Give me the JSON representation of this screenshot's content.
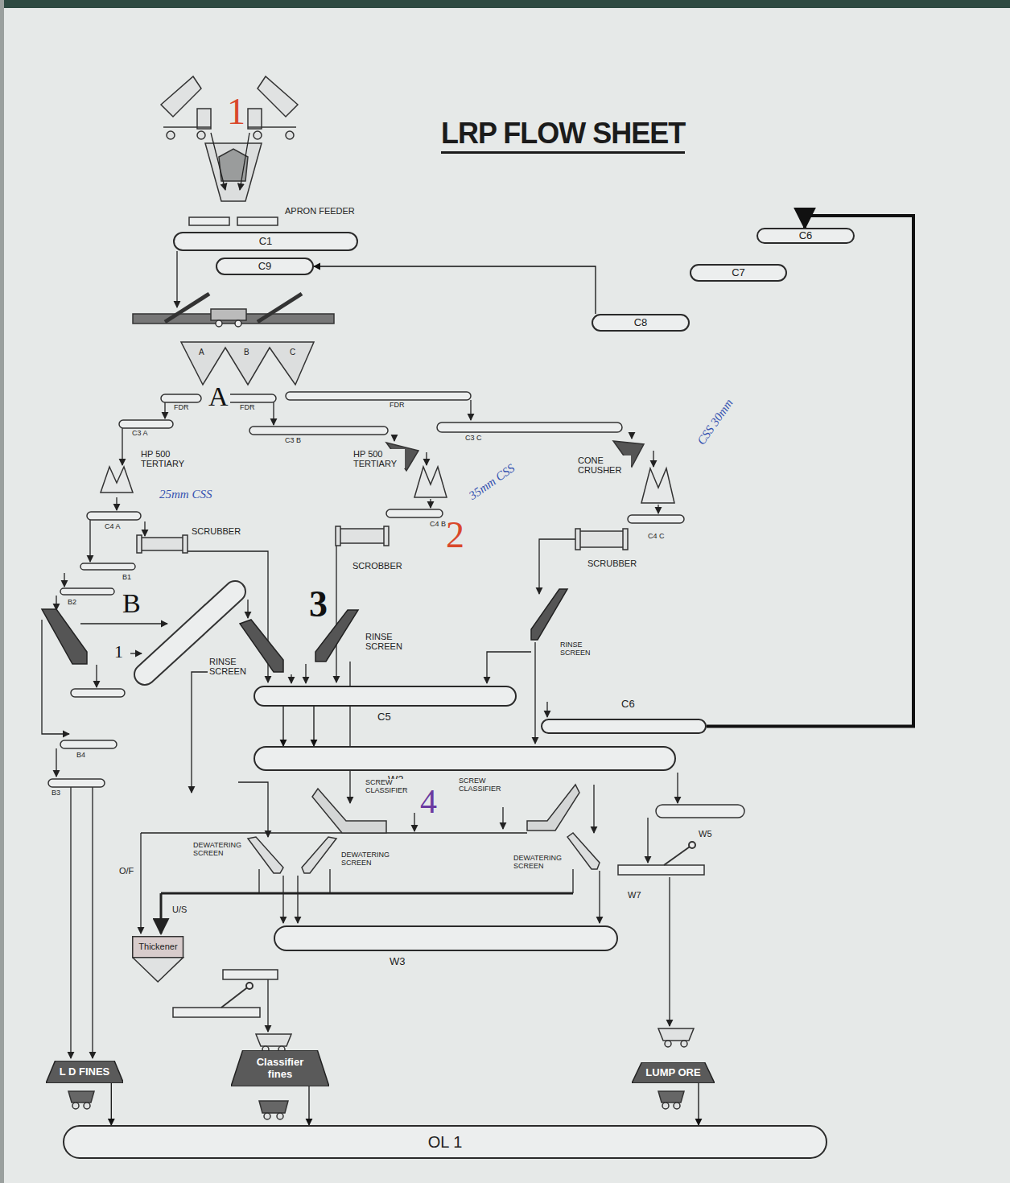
{
  "diagram": {
    "title": "LRP FLOW SHEET",
    "nodes": [
      {
        "text": [
          "C1"
        ]
      },
      {
        "text": [
          "C9"
        ]
      },
      {
        "text": [
          "C8"
        ]
      },
      {
        "text": [
          "C7"
        ]
      },
      {
        "text": [
          "C6"
        ]
      },
      {
        "text": [
          "C5"
        ]
      },
      {
        "text": [
          "C6"
        ]
      },
      {
        "text": [
          "W2"
        ]
      },
      {
        "text": [
          "Thickener"
        ]
      },
      {
        "text": [
          "W3"
        ]
      },
      {
        "text": [
          "L D FINES"
        ]
      },
      {
        "text": [
          "Classifier fines"
        ]
      },
      {
        "text": [
          "LUMP ORE"
        ]
      },
      {
        "text": [
          "OL 1"
        ]
      }
    ],
    "edges": [
      {
        "from": 2,
        "to": 1,
        "arrow": "to"
      },
      {
        "from": 6,
        "to": 4,
        "arrow": "to"
      },
      {
        "from": 5,
        "to": 7,
        "arrow": "to"
      },
      {
        "from": 5,
        "to": 7,
        "arrow": "to"
      },
      {
        "from": 10,
        "to": 13,
        "arrow": "to"
      },
      {
        "from": 11,
        "to": 13,
        "arrow": "to"
      },
      {
        "from": 12,
        "to": 13,
        "arrow": "to"
      }
    ],
    "labels": [
      "1",
      "APRON FEEDER",
      "A",
      "B",
      "C",
      "A",
      "FDR",
      "FDR",
      "FDR",
      "C3 A",
      "C3 B",
      "C3 C",
      "HP 500 TERTIARY",
      "25mm CSS",
      "HP 500 TERTIARY",
      "35mm CSS",
      "CONE CRUSHER",
      "CSS 30mm",
      "C4 A",
      "SCRUBBER",
      "C4 B",
      "2",
      "SCROBBER",
      "C4 C",
      "SCRUBBER",
      "B1",
      "B2",
      "B",
      "1",
      "3",
      "RINSE SCREEN",
      "RINSE SCREEN",
      "RINSE SCREEN",
      "B4",
      "B3",
      "SCREW CLASSIFIER",
      "4",
      "SCREW CLASSIFIER",
      "W5",
      "DEWATERING SCREEN",
      "DEWATERING SCREEN",
      "DEWATERING SCREEN",
      "O/F",
      "W7",
      "U/S"
    ]
  }
}
